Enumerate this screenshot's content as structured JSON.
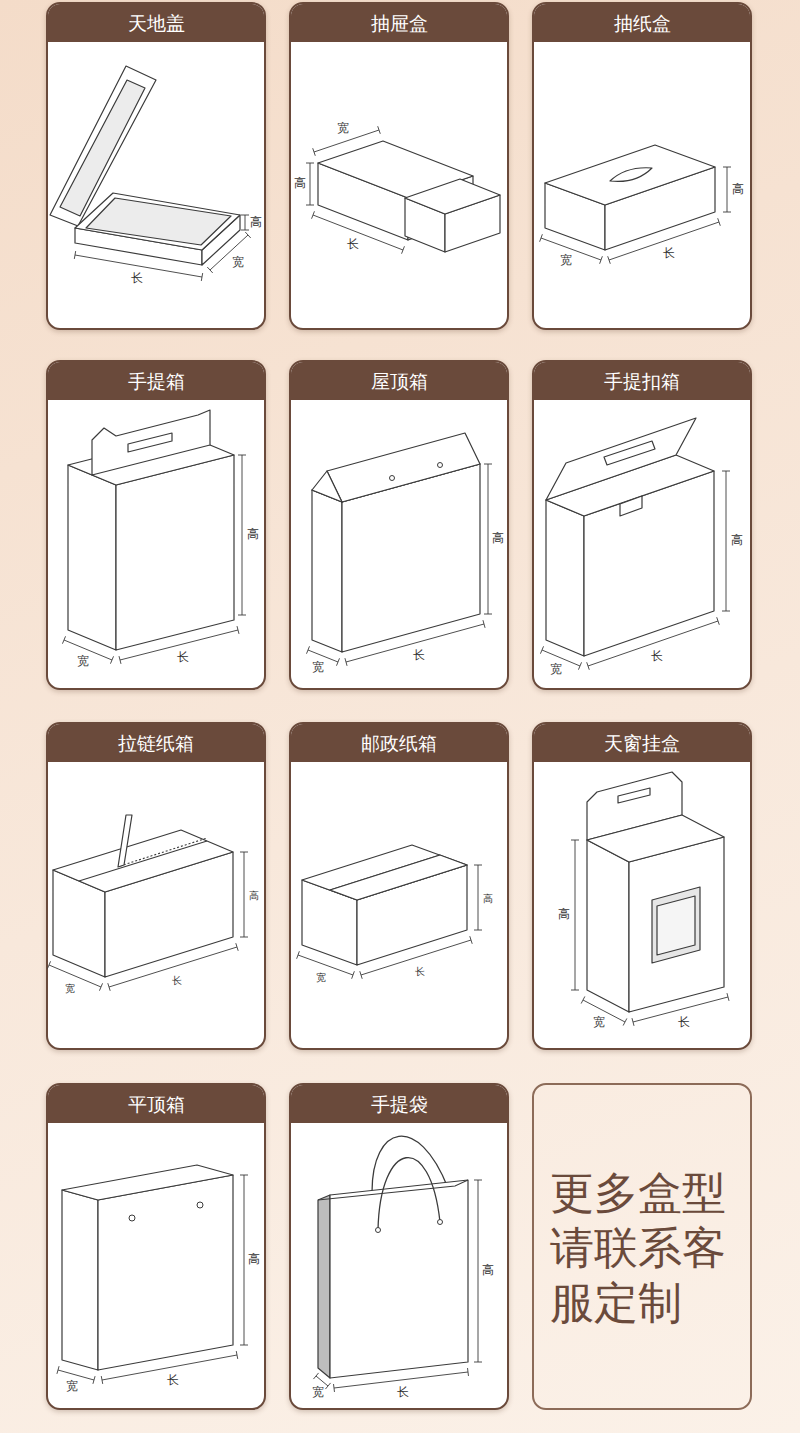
{
  "diagram": {
    "nodes": [
      {
        "text": [
          "天地盖",
          "高",
          "长",
          "宽"
        ]
      },
      {
        "text": [
          "抽屉盒",
          "宽",
          "高",
          "长"
        ]
      },
      {
        "text": [
          "抽纸盒",
          "高",
          "宽",
          "长"
        ]
      },
      {
        "text": [
          "手提箱",
          "高",
          "宽",
          "长"
        ]
      },
      {
        "text": [
          "屋顶箱",
          "高",
          "宽",
          "长"
        ]
      },
      {
        "text": [
          "手提扣箱",
          "高",
          "宽",
          "长"
        ]
      },
      {
        "text": [
          "拉链纸箱",
          "高",
          "宽",
          "长"
        ]
      },
      {
        "text": [
          "邮政纸箱",
          "高",
          "宽",
          "长"
        ]
      },
      {
        "text": [
          "天窗挂盒",
          "高",
          "宽",
          "长"
        ]
      },
      {
        "text": [
          "平顶箱",
          "高",
          "宽",
          "长"
        ]
      },
      {
        "text": [
          "手提袋",
          "高",
          "宽",
          "长"
        ]
      },
      {
        "text": [
          "更多盒型 请联系客 服定制"
        ]
      }
    ]
  }
}
